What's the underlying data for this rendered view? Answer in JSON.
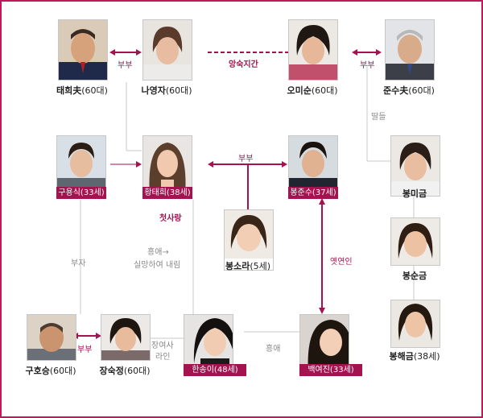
{
  "people": {
    "p1": {
      "name": "태희夫",
      "age": "(60대)"
    },
    "p2": {
      "name": "나영자",
      "age": "(60대)"
    },
    "p3": {
      "name": "오미순",
      "age": "(60대)"
    },
    "p4": {
      "name": "준수夫",
      "age": "(60대)"
    },
    "p5": {
      "tag": "구용식(33세)"
    },
    "p6": {
      "tag": "황태희(38세)"
    },
    "p7": {
      "tag": "봉준수(37세)"
    },
    "p8": {
      "name": "봉미금"
    },
    "p9": {
      "name": "봉소라",
      "age": "(5세)"
    },
    "p10": {
      "name": "봉순금"
    },
    "p11": {
      "name": "구호승",
      "age": "(60대)"
    },
    "p12": {
      "name": "장숙정",
      "age": "(60대)"
    },
    "p13": {
      "tag": "한송이(48세)"
    },
    "p14": {
      "tag": "백여진(33세)"
    },
    "p15": {
      "name": "봉해금",
      "age": "(38세)"
    }
  },
  "relations": {
    "bubu_1": "부부",
    "bubu_2": "부부",
    "bubu_3": "부부",
    "bubu_4": "부부",
    "sagdon": "앙숙지간",
    "ttaldeul": "딸들",
    "cheossarang": "첫사랑",
    "buja": "부자",
    "jonge_line1": "흥애→",
    "jonge_line2": "실망하여 내림",
    "yeseonin": "옛연인",
    "jangyeosa_1": "장여사",
    "jangyeosa_2": "라인",
    "jonge_2": "흥애"
  },
  "colors": {
    "accent": "#a4124f",
    "frame": "#c0185a",
    "line": "#c8c8c8"
  }
}
